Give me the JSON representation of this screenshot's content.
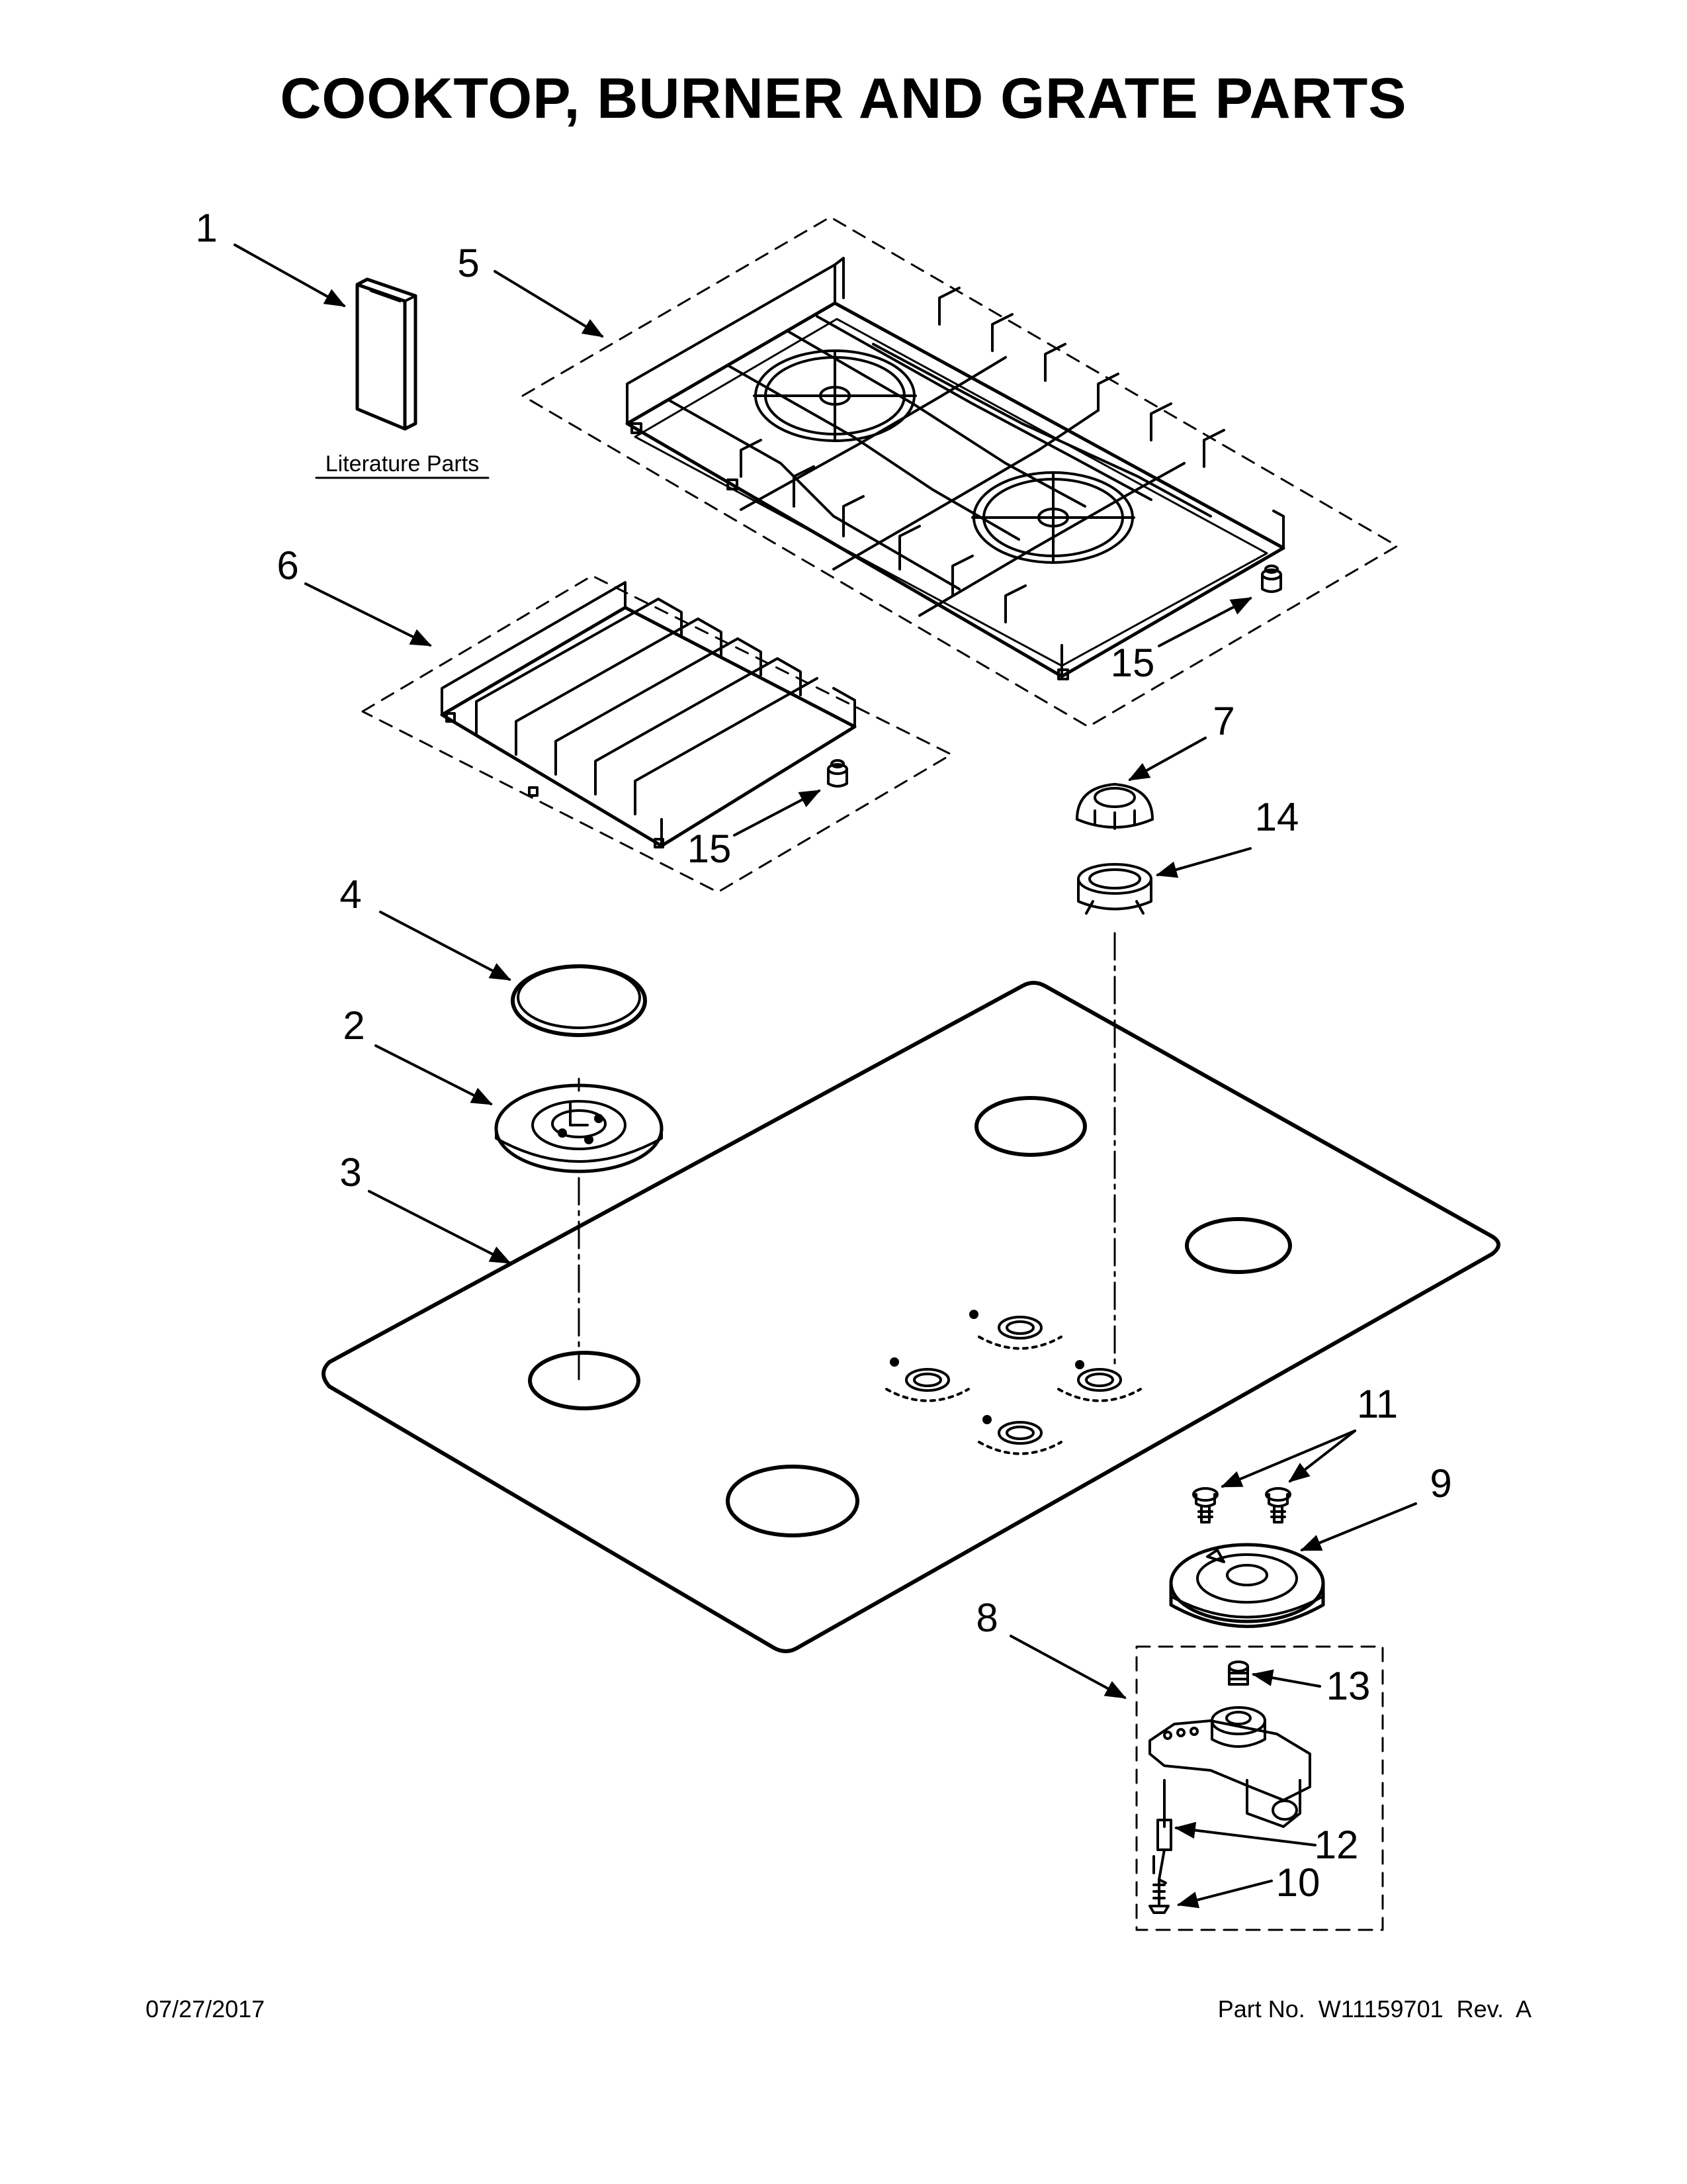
{
  "page": {
    "title": "COOKTOP, BURNER AND GRATE PARTS",
    "footer_date": "07/27/2017",
    "footer_part": "Part No.  W11159701  Rev.  A"
  },
  "diagram": {
    "literature_label": "Literature Parts",
    "callouts": {
      "c1": "1",
      "c2": "2",
      "c3": "3",
      "c4": "4",
      "c5": "5",
      "c6": "6",
      "c7": "7",
      "c8": "8",
      "c9": "9",
      "c10": "10",
      "c11": "11",
      "c12": "12",
      "c13": "13",
      "c14": "14",
      "c15a": "15",
      "c15b": "15"
    }
  }
}
